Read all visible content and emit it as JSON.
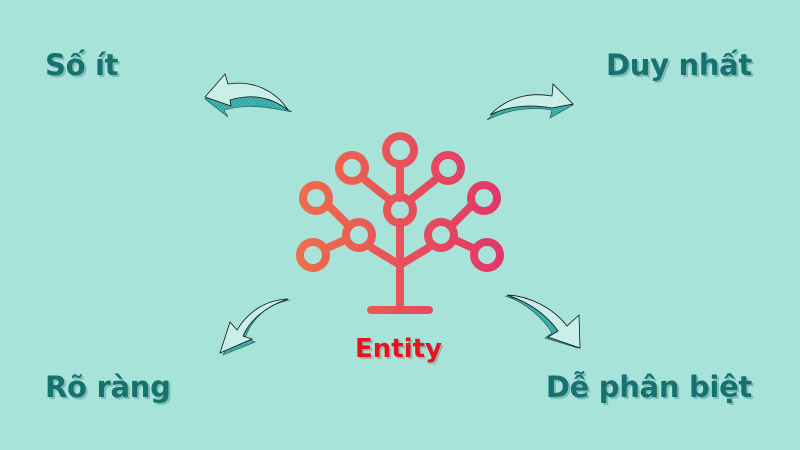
{
  "diagram": {
    "center": {
      "label": "Entity",
      "icon": "tree-network-icon",
      "color": "#e8141c"
    },
    "properties": [
      {
        "position": "top-left",
        "label": "Số ít",
        "arrow": "curved-arrow-left-icon"
      },
      {
        "position": "top-right",
        "label": "Duy nhất",
        "arrow": "curved-arrow-right-icon"
      },
      {
        "position": "bottom-left",
        "label": "Rõ ràng",
        "arrow": "curved-arrow-down-left-icon"
      },
      {
        "position": "bottom-right",
        "label": "Dễ phân biệt",
        "arrow": "curved-arrow-down-right-icon"
      }
    ]
  },
  "colors": {
    "background": "#a8e3d9",
    "label_text": "#167270",
    "tree_gradient_start": "#ee6e4a",
    "tree_gradient_end": "#e2366a",
    "arrow_fill": "#c9efe8",
    "arrow_side": "#3fb3b0"
  }
}
